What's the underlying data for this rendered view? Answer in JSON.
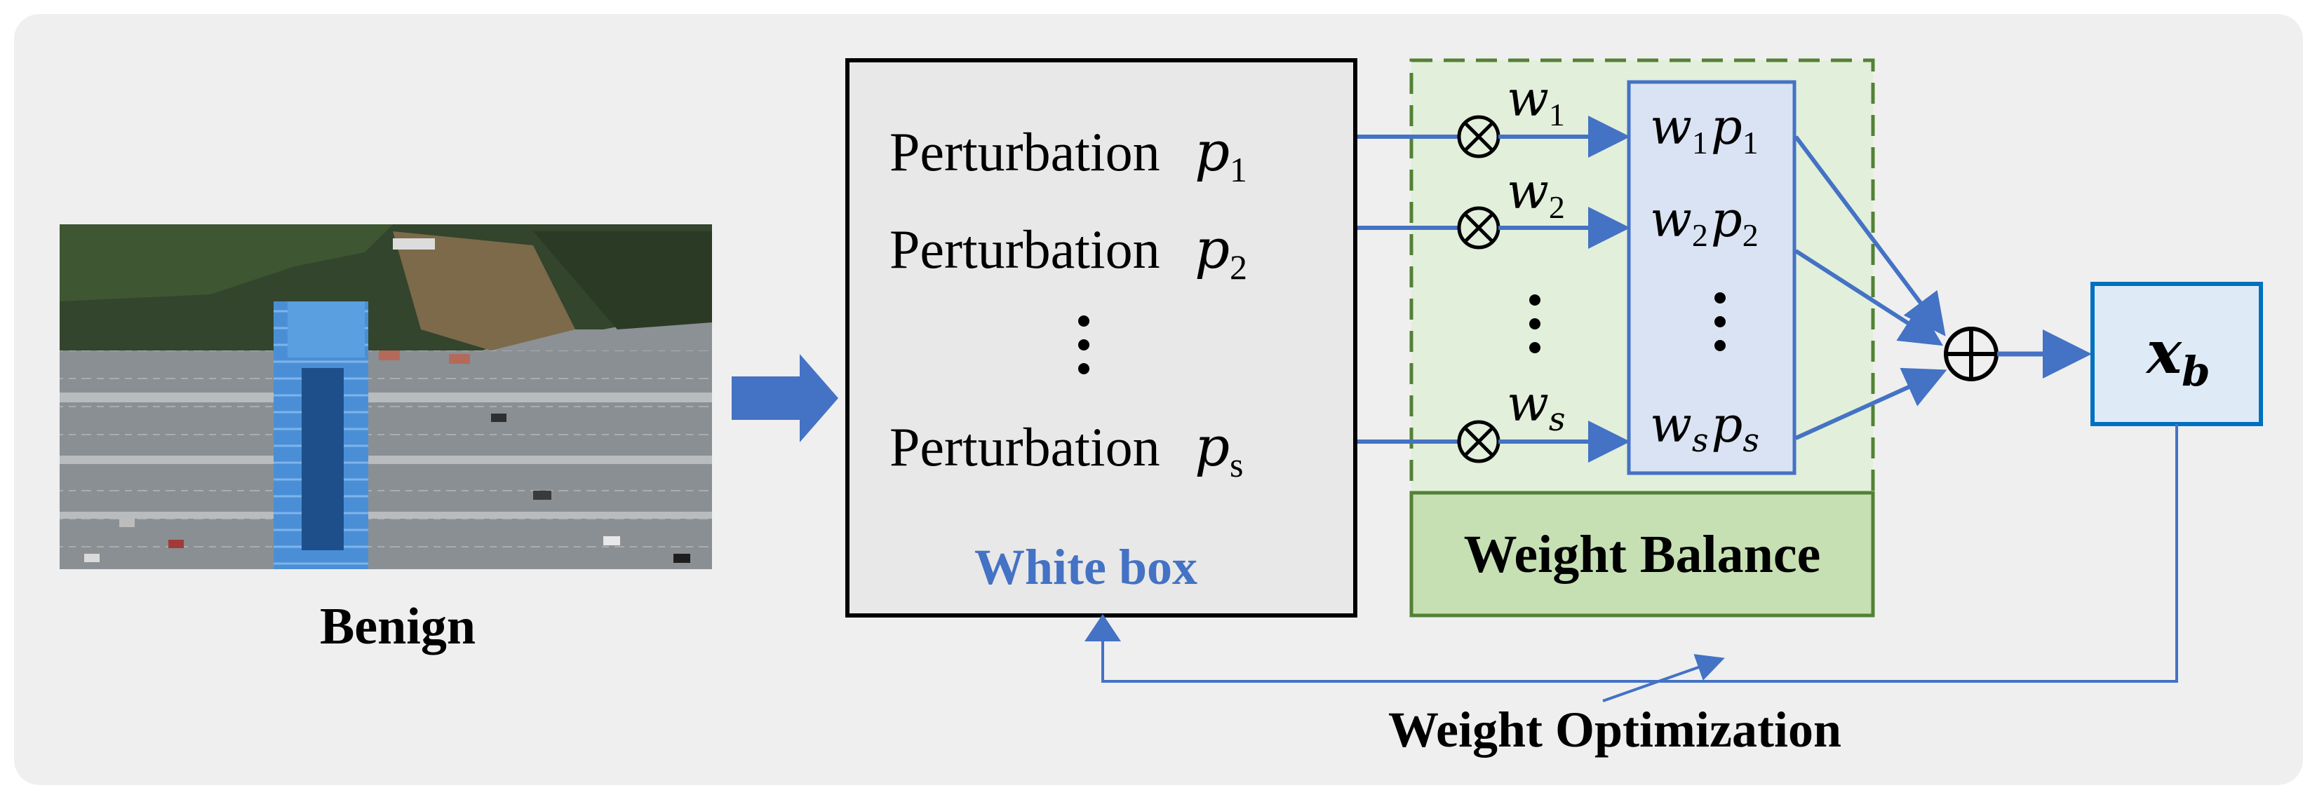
{
  "benign": {
    "label": "Benign"
  },
  "white_box": {
    "label": "White box",
    "rows": [
      {
        "text": "Perturbation",
        "var": "p",
        "sub": "1"
      },
      {
        "text": "Perturbation",
        "var": "p",
        "sub": "2"
      },
      {
        "text": "Perturbation",
        "var": "p",
        "sub": "s"
      }
    ]
  },
  "weights": [
    {
      "var": "w",
      "sub": "1"
    },
    {
      "var": "w",
      "sub": "2"
    },
    {
      "var": "w",
      "sub": "s"
    }
  ],
  "weighted": [
    {
      "w": "w",
      "w_sub": "1",
      "p": "p",
      "p_sub": "1"
    },
    {
      "w": "w",
      "w_sub": "2",
      "p": "p",
      "p_sub": "2"
    },
    {
      "w": "w",
      "w_sub": "s",
      "p": "p",
      "p_sub": "s"
    }
  ],
  "weight_balance": {
    "label": "Weight Balance"
  },
  "output": {
    "var": "x",
    "sub": "b"
  },
  "feedback": {
    "label": "Weight Optimization"
  },
  "colors": {
    "background_panel": "#efefef",
    "blue": "#4472c4",
    "blue_box_stroke": "#0070c0",
    "white_box_fill": "#e8e8e8",
    "green_fill": "#e2efda",
    "green_label_fill": "#c6e0b4",
    "green_stroke": "#538135",
    "inner_box_fill": "#dae3f3",
    "xb_fill": "#deebf7"
  }
}
